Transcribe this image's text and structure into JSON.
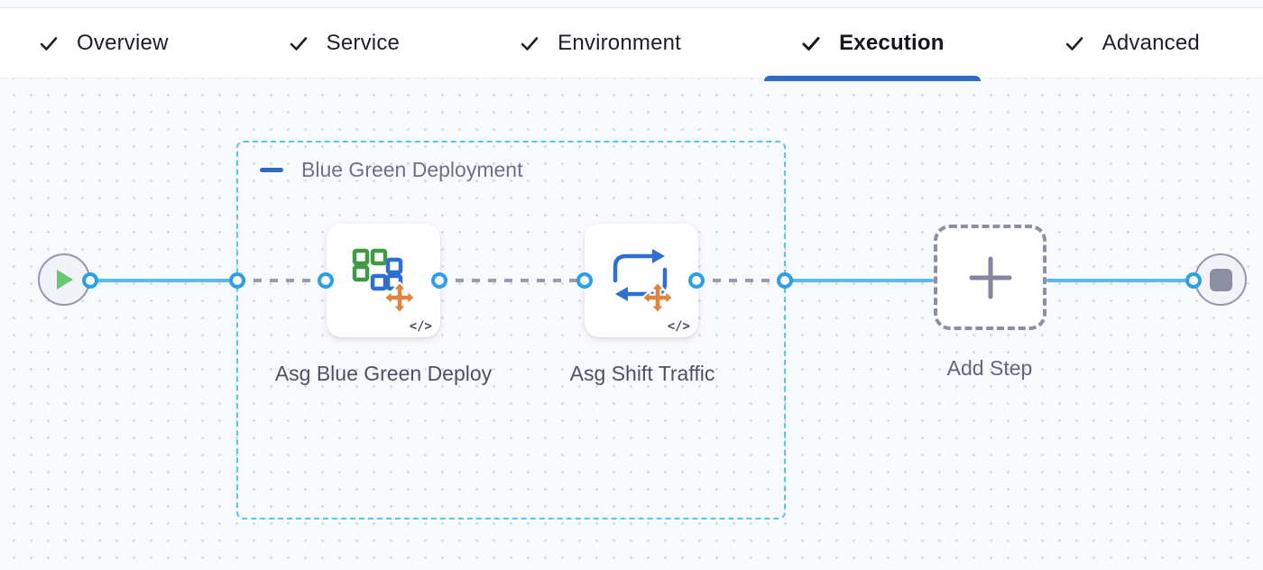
{
  "tab_bar": {
    "tabs": [
      {
        "label": "Overview",
        "state": "completed"
      },
      {
        "label": "Service",
        "state": "completed"
      },
      {
        "label": "Environment",
        "state": "completed"
      },
      {
        "label": "Execution",
        "state": "active"
      },
      {
        "label": "Advanced",
        "state": "completed"
      }
    ]
  },
  "canvas": {
    "start_node": {
      "icon": "play-icon"
    },
    "end_node": {
      "icon": "stop-icon"
    },
    "group": {
      "label": "Blue Green Deployment",
      "collapse_icon": "minus-icon"
    },
    "steps": [
      {
        "label": "Asg Blue Green Deploy",
        "icon": "asg-blue-green-deploy-icon",
        "badge": "</>"
      },
      {
        "label": "Asg Shift Traffic",
        "icon": "asg-shift-traffic-icon",
        "badge": "</>"
      }
    ],
    "add_step": {
      "label": "Add Step",
      "icon": "plus-icon"
    }
  },
  "colors": {
    "active_tab_underline": "#2e6bc2",
    "connector_solid": "#5bb9ec",
    "connector_dashed": "#9a9cae",
    "port_ring": "#2d9fe9",
    "group_border": "#56c6ec",
    "play_green": "#68c96d",
    "stop_gray": "#8c8ea3",
    "icon_orange": "#e2833e",
    "icon_blue": "#2e6fd2",
    "icon_green": "#3f9a44"
  }
}
